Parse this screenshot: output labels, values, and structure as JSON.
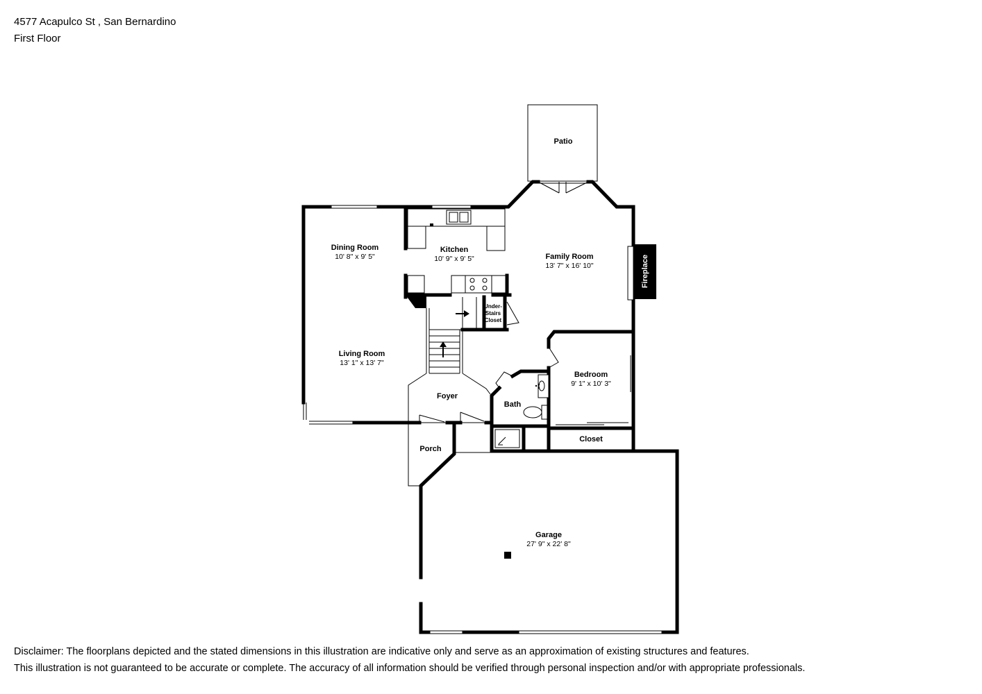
{
  "header": {
    "address": "4577 Acapulco St , San Bernardino",
    "floor": "First Floor"
  },
  "rooms": {
    "patio": {
      "name": "Patio"
    },
    "dining": {
      "name": "Dining Room",
      "dims": "10' 8\" x 9' 5\""
    },
    "kitchen": {
      "name": "Kitchen",
      "dims": "10' 9\" x 9' 5\""
    },
    "family": {
      "name": "Family Room",
      "dims": "13' 7\" x 16' 10\""
    },
    "fireplace": {
      "name": "Fireplace"
    },
    "understairs": {
      "line1": "Under-",
      "line2": "Stairs",
      "line3": "Closet"
    },
    "living": {
      "name": "Living Room",
      "dims": "13' 1\" x 13' 7\""
    },
    "bedroom": {
      "name": "Bedroom",
      "dims": "9' 1\" x 10' 3\""
    },
    "foyer": {
      "name": "Foyer"
    },
    "bath": {
      "name": "Bath"
    },
    "closet": {
      "name": "Closet"
    },
    "porch": {
      "name": "Porch"
    },
    "garage": {
      "name": "Garage",
      "dims": "27' 9\" x 22' 8\""
    }
  },
  "disclaimer": {
    "line1": "Disclaimer: The floorplans depicted and the stated dimensions in this illustration are indicative only and serve as an approximation of existing structures and features.",
    "line2": "This illustration is not guaranteed to be accurate or complete. The accuracy of all information should be verified through personal inspection and/or with appropriate professionals."
  }
}
